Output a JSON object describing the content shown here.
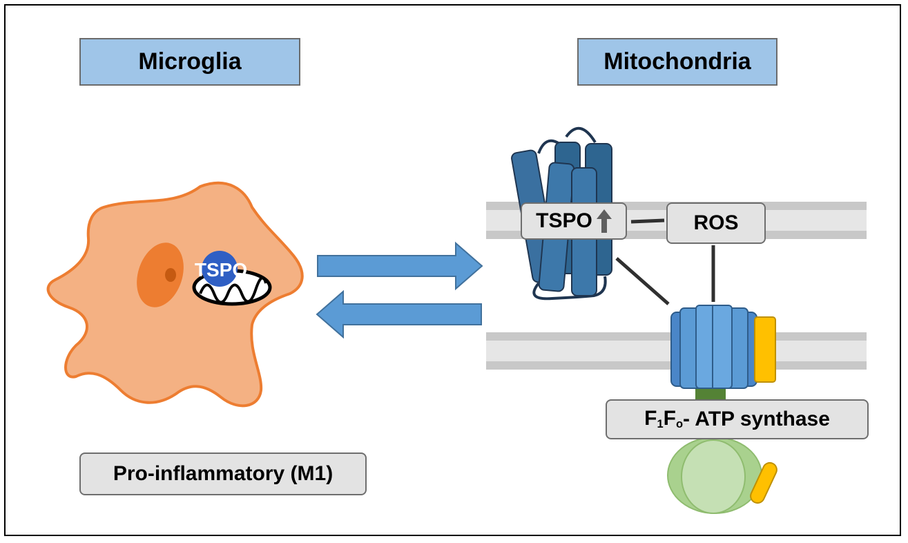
{
  "headers": {
    "left": "Microglia",
    "right": "Mitochondria"
  },
  "labels": {
    "tspo_on_cell": "TSPO",
    "cell_state": "Pro-inflammatory (M1)",
    "tspo_membrane": "TSPO",
    "ros": "ROS",
    "atp_f": "F",
    "atp_sub1": "1",
    "atp_f2": "F",
    "atp_sub2": "o",
    "atp_rest": "- ATP synthase"
  },
  "colors": {
    "header_fill": "#9fc5e8",
    "label_fill": "#e3e3e3",
    "cell_fill": "#f4b183",
    "cell_border": "#ed7d31",
    "arrow_fill": "#5b9bd5",
    "tspo_protein": "#2e6590",
    "atp_blue": "#5b9bd5",
    "atp_yellow": "#ffc000",
    "atp_green": "#a9d18e"
  },
  "icons": {
    "up_arrow": "up-arrow-icon"
  }
}
